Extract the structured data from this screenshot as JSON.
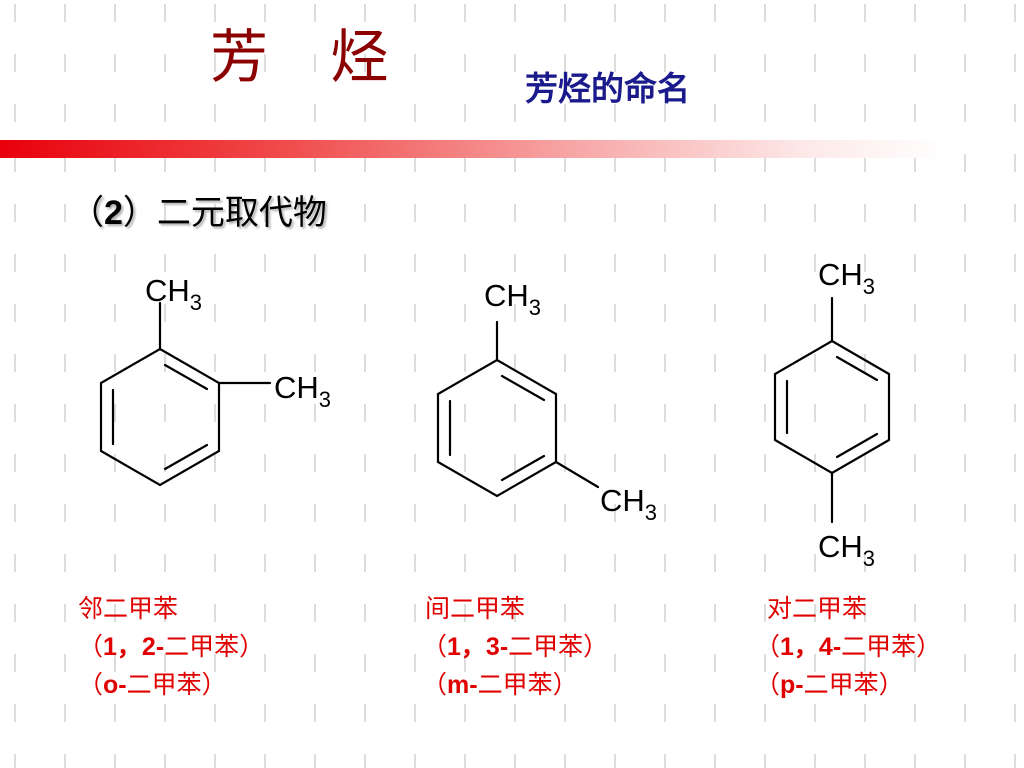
{
  "slide": {
    "title": "芳 烃",
    "subtitle": "芳烃的命名",
    "section_heading": {
      "open": "（",
      "number": "2",
      "close": "）",
      "text": "二元取代物"
    }
  },
  "molecules": [
    {
      "methyl_labels": [
        "CH3",
        "CH3"
      ],
      "names": [
        {
          "pre": "",
          "bold": "",
          "post": "邻二甲苯"
        },
        {
          "pre": "（",
          "bold": "1，2-",
          "post": "二甲苯）"
        },
        {
          "pre": "（",
          "bold": "o-",
          "post": "二甲苯）"
        }
      ]
    },
    {
      "methyl_labels": [
        "CH3",
        "CH3"
      ],
      "names": [
        {
          "pre": "",
          "bold": "",
          "post": "间二甲苯"
        },
        {
          "pre": "（",
          "bold": "1，3-",
          "post": "二甲苯）"
        },
        {
          "pre": "（",
          "bold": "m-",
          "post": "二甲苯）"
        }
      ]
    },
    {
      "methyl_labels": [
        "CH3",
        "CH3"
      ],
      "names": [
        {
          "pre": "",
          "bold": "",
          "post": "对二甲苯"
        },
        {
          "pre": "（",
          "bold": "1，4-",
          "post": "二甲苯）"
        },
        {
          "pre": "（",
          "bold": "p-",
          "post": "二甲苯）"
        }
      ]
    }
  ],
  "colors": {
    "title": "#8b0000",
    "subtitle": "#1a1a8c",
    "names": "#e00000",
    "pattern": "#dcdcdc"
  }
}
